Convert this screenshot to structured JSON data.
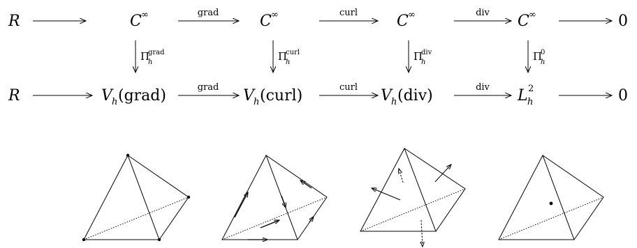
{
  "diagram": {
    "top_row": {
      "start": "R",
      "spaces": [
        "C",
        "C",
        "C",
        "C"
      ],
      "space_superscript": "∞",
      "end": "0"
    },
    "bottom_row": {
      "start": "R",
      "spaces": [
        {
          "base": "V",
          "sub": "h",
          "arg": "(grad)"
        },
        {
          "base": "V",
          "sub": "h",
          "arg": "(curl)"
        },
        {
          "base": "V",
          "sub": "h",
          "arg": "(div)"
        },
        {
          "base": "L",
          "sub": "h",
          "sup": "2",
          "arg": ""
        }
      ],
      "end": "0"
    },
    "arrow_labels": [
      "grad",
      "curl",
      "div"
    ],
    "projections": [
      {
        "symbol": "Π",
        "sub": "h",
        "sup": "grad"
      },
      {
        "symbol": "Π",
        "sub": "h",
        "sup": "curl"
      },
      {
        "symbol": "Π",
        "sub": "h",
        "sup": "div"
      },
      {
        "symbol": "Π",
        "sub": "h",
        "sup": "0"
      }
    ]
  },
  "tetrahedra": [
    {
      "dof": "vertex values"
    },
    {
      "dof": "edge tangents"
    },
    {
      "dof": "face normals"
    },
    {
      "dof": "interior value"
    }
  ]
}
